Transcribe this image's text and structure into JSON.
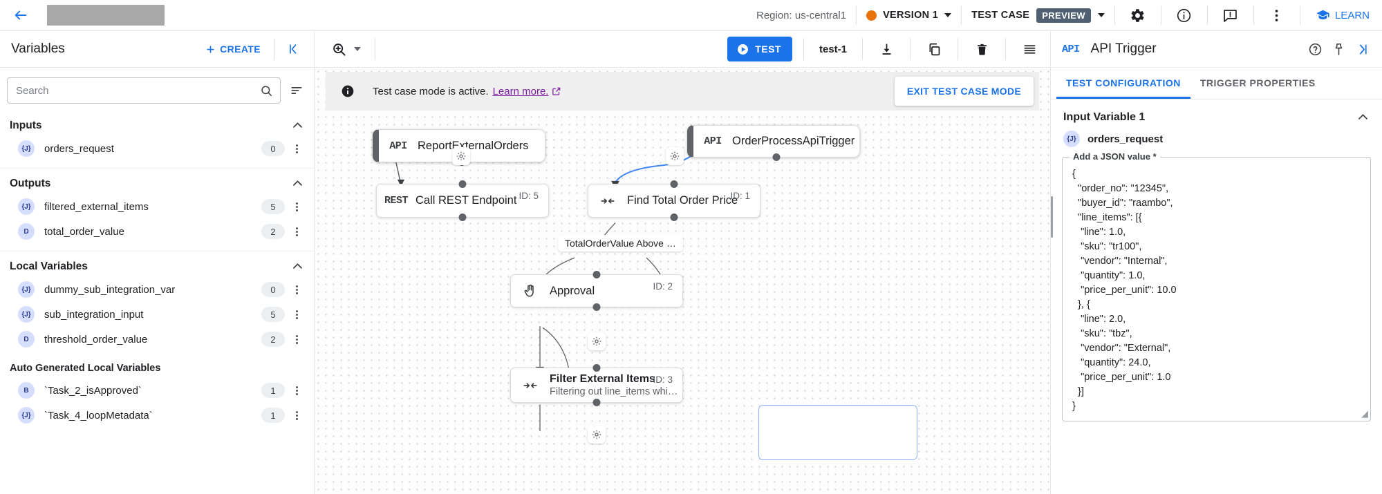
{
  "topbar": {
    "back_icon": "arrow-left-icon",
    "redacted_title": "",
    "region_label": "Region: us-central1",
    "version_label": "VERSION 1",
    "version_dot_color": "#e8710a",
    "test_case_label": "TEST CASE",
    "preview_chip": "PREVIEW",
    "icons": [
      "gear-icon",
      "info-icon",
      "feedback-icon",
      "more-vert-icon"
    ],
    "learn_label": "LEARN",
    "accent_color": "#1a73e8"
  },
  "left_panel": {
    "title": "Variables",
    "create_label": "CREATE",
    "collapse_icon": "collapse-left-icon",
    "search": {
      "value": "",
      "placeholder": "Search"
    },
    "sections": [
      {
        "title": "Inputs",
        "items": [
          {
            "badge": "{J}",
            "name": "orders_request",
            "count": "0"
          }
        ]
      },
      {
        "title": "Outputs",
        "items": [
          {
            "badge": "{J}",
            "name": "filtered_external_items",
            "count": "5"
          },
          {
            "badge": "D",
            "name": "total_order_value",
            "count": "2"
          }
        ]
      },
      {
        "title": "Local Variables",
        "items": [
          {
            "badge": "{J}",
            "name": "dummy_sub_integration_var",
            "count": "0"
          },
          {
            "badge": "{J}",
            "name": "sub_integration_input",
            "count": "5"
          },
          {
            "badge": "D",
            "name": "threshold_order_value",
            "count": "2"
          }
        ]
      },
      {
        "title": "Auto Generated Local Variables",
        "sub": true,
        "items": [
          {
            "badge": "B",
            "name": "`Task_2_isApproved`",
            "count": "1"
          },
          {
            "badge": "{J}",
            "name": "`Task_4_loopMetadata`",
            "count": "1"
          }
        ]
      }
    ]
  },
  "canvas_toolbar": {
    "zoom_icon": "zoom-in-icon",
    "test_label": "TEST",
    "test_name": "test-1",
    "icons": [
      "download-icon",
      "copy-icon",
      "delete-icon",
      "list-icon"
    ]
  },
  "canvas": {
    "banner": {
      "icon": "info-filled-icon",
      "message": "Test case mode is active.",
      "link": "Learn more.",
      "link_icon": "external-link-icon",
      "exit_label": "EXIT TEST CASE MODE"
    },
    "nodes": [
      {
        "icon": "api-icon",
        "glyph": "API",
        "title": "ReportExternalOrders",
        "sub": "",
        "id": "",
        "type": "trigger"
      },
      {
        "icon": "api-icon",
        "glyph": "API",
        "title": "OrderProcessApiTrigger",
        "sub": "",
        "id": "",
        "type": "trigger"
      },
      {
        "icon": "rest-icon",
        "glyph": "REST",
        "title": "Call REST Endpoint",
        "sub": "",
        "id": "ID: 5",
        "type": "task"
      },
      {
        "icon": "mapping-icon",
        "glyph": "",
        "title": "Find Total Order Price",
        "sub": "",
        "id": "ID: 1",
        "type": "task"
      },
      {
        "icon": "approval-icon",
        "glyph": "",
        "title": "Approval",
        "sub": "",
        "id": "ID: 2",
        "type": "task"
      },
      {
        "icon": "mapping-icon",
        "glyph": "",
        "title": "Filter External Items",
        "sub": "Filtering out line_items whi…",
        "id": "ID: 3",
        "type": "task"
      }
    ],
    "edge_label": "TotalOrderValue Above …"
  },
  "right_panel": {
    "icon": "api-icon",
    "glyph": "API",
    "title": "API Trigger",
    "header_icons": [
      "help-icon",
      "pin-icon",
      "collapse-right-icon"
    ],
    "tabs": [
      {
        "label": "TEST CONFIGURATION",
        "active": true
      },
      {
        "label": "TRIGGER PROPERTIES",
        "active": false
      }
    ],
    "input_variable": {
      "section_title": "Input Variable 1",
      "badge": "{J}",
      "var_name": "orders_request",
      "field_legend": "Add a JSON value *",
      "json_value": "{\n  \"order_no\": \"12345\",\n  \"buyer_id\": \"raambo\",\n  \"line_items\": [{\n   \"line\": 1.0,\n   \"sku\": \"tr100\",\n   \"vendor\": \"Internal\",\n   \"quantity\": 1.0,\n   \"price_per_unit\": 10.0\n  }, {\n   \"line\": 2.0,\n   \"sku\": \"tbz\",\n   \"vendor\": \"External\",\n   \"quantity\": 24.0,\n   \"price_per_unit\": 1.0\n  }]\n}"
    }
  }
}
